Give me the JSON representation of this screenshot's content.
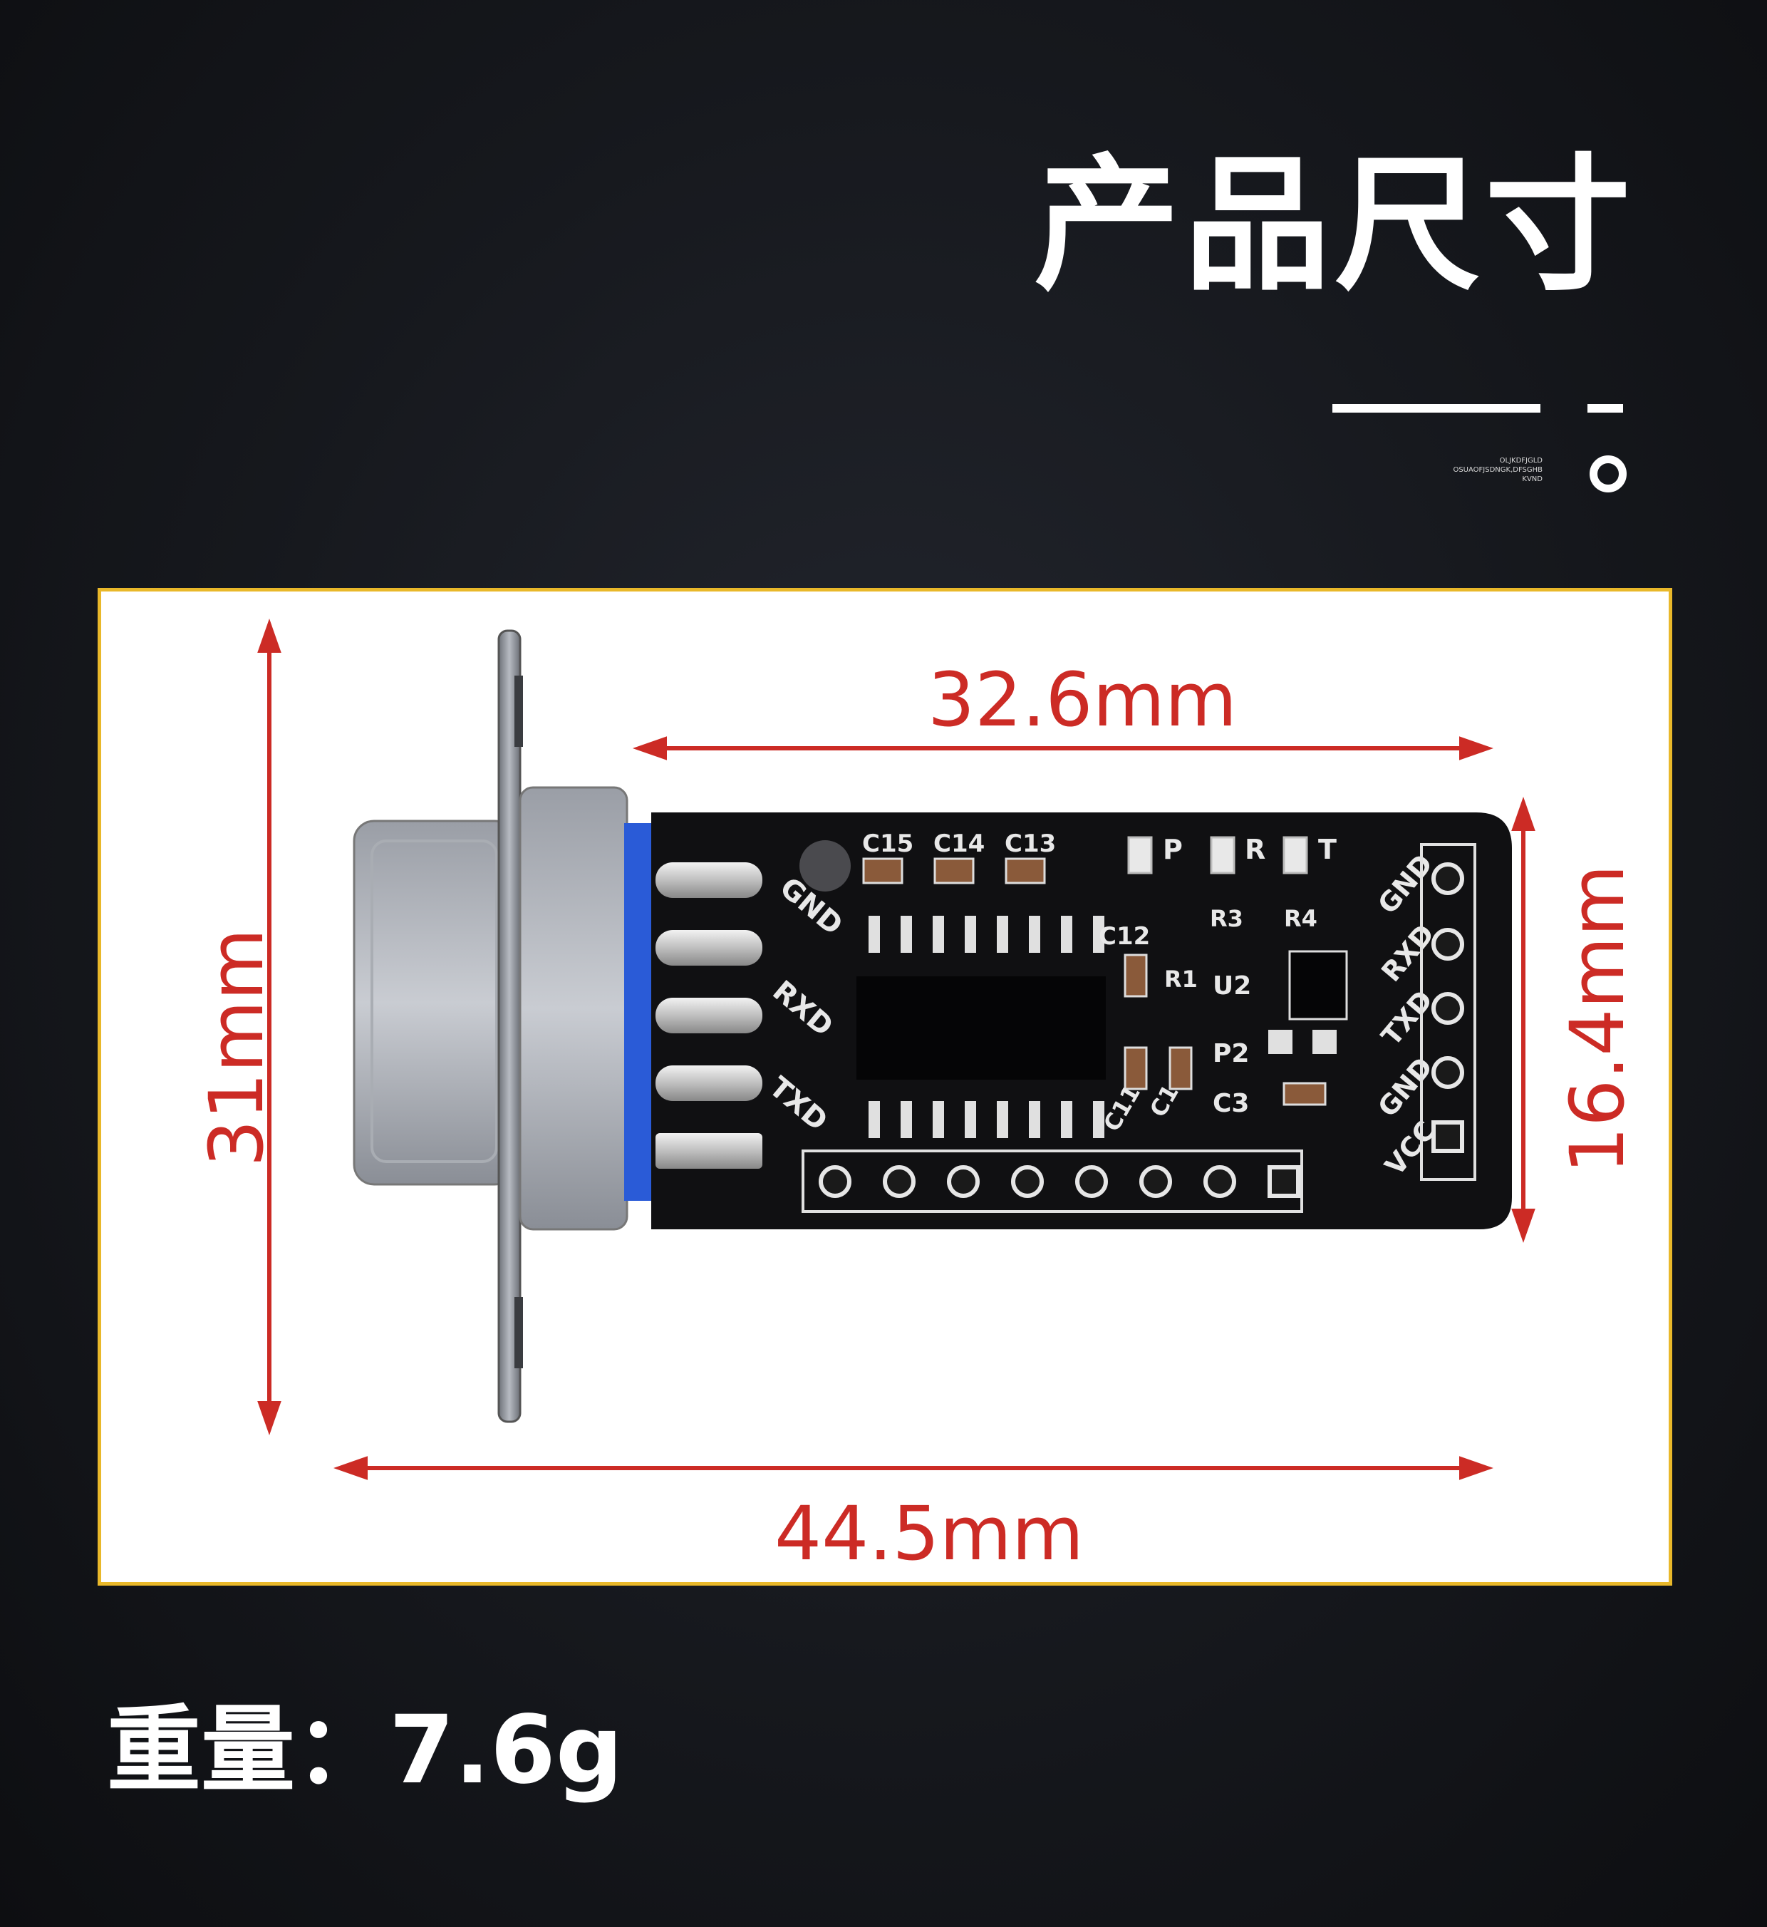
{
  "header": {
    "title": "产品尺寸",
    "deco_text": [
      "OLJKDFJGLD",
      "OSUAOFJSDNGK,DFSGHB",
      "KVND"
    ]
  },
  "dimensions": {
    "top_width": "32.6mm",
    "total_width": "44.5mm",
    "total_height": "31mm",
    "board_height": "16.4mm"
  },
  "pcb": {
    "left_pins": [
      "GND",
      "RXD",
      "TXD"
    ],
    "right_pins": [
      "GND",
      "RXD",
      "TXD",
      "GND",
      "VCC"
    ],
    "leds": [
      "P",
      "R",
      "T"
    ],
    "components": [
      "C15",
      "C14",
      "C13",
      "C12",
      "R1",
      "R3",
      "R4",
      "U2",
      "P2",
      "C3",
      "C1",
      "C11"
    ]
  },
  "footer": {
    "weight_label": "重量：",
    "weight_value": "7.6g"
  },
  "colors": {
    "background": "#16181d",
    "frame_border": "#e9b82a",
    "dimension_red": "#cc2b25",
    "pcb_black": "#101012",
    "connector_blue": "#2a5bd7"
  }
}
